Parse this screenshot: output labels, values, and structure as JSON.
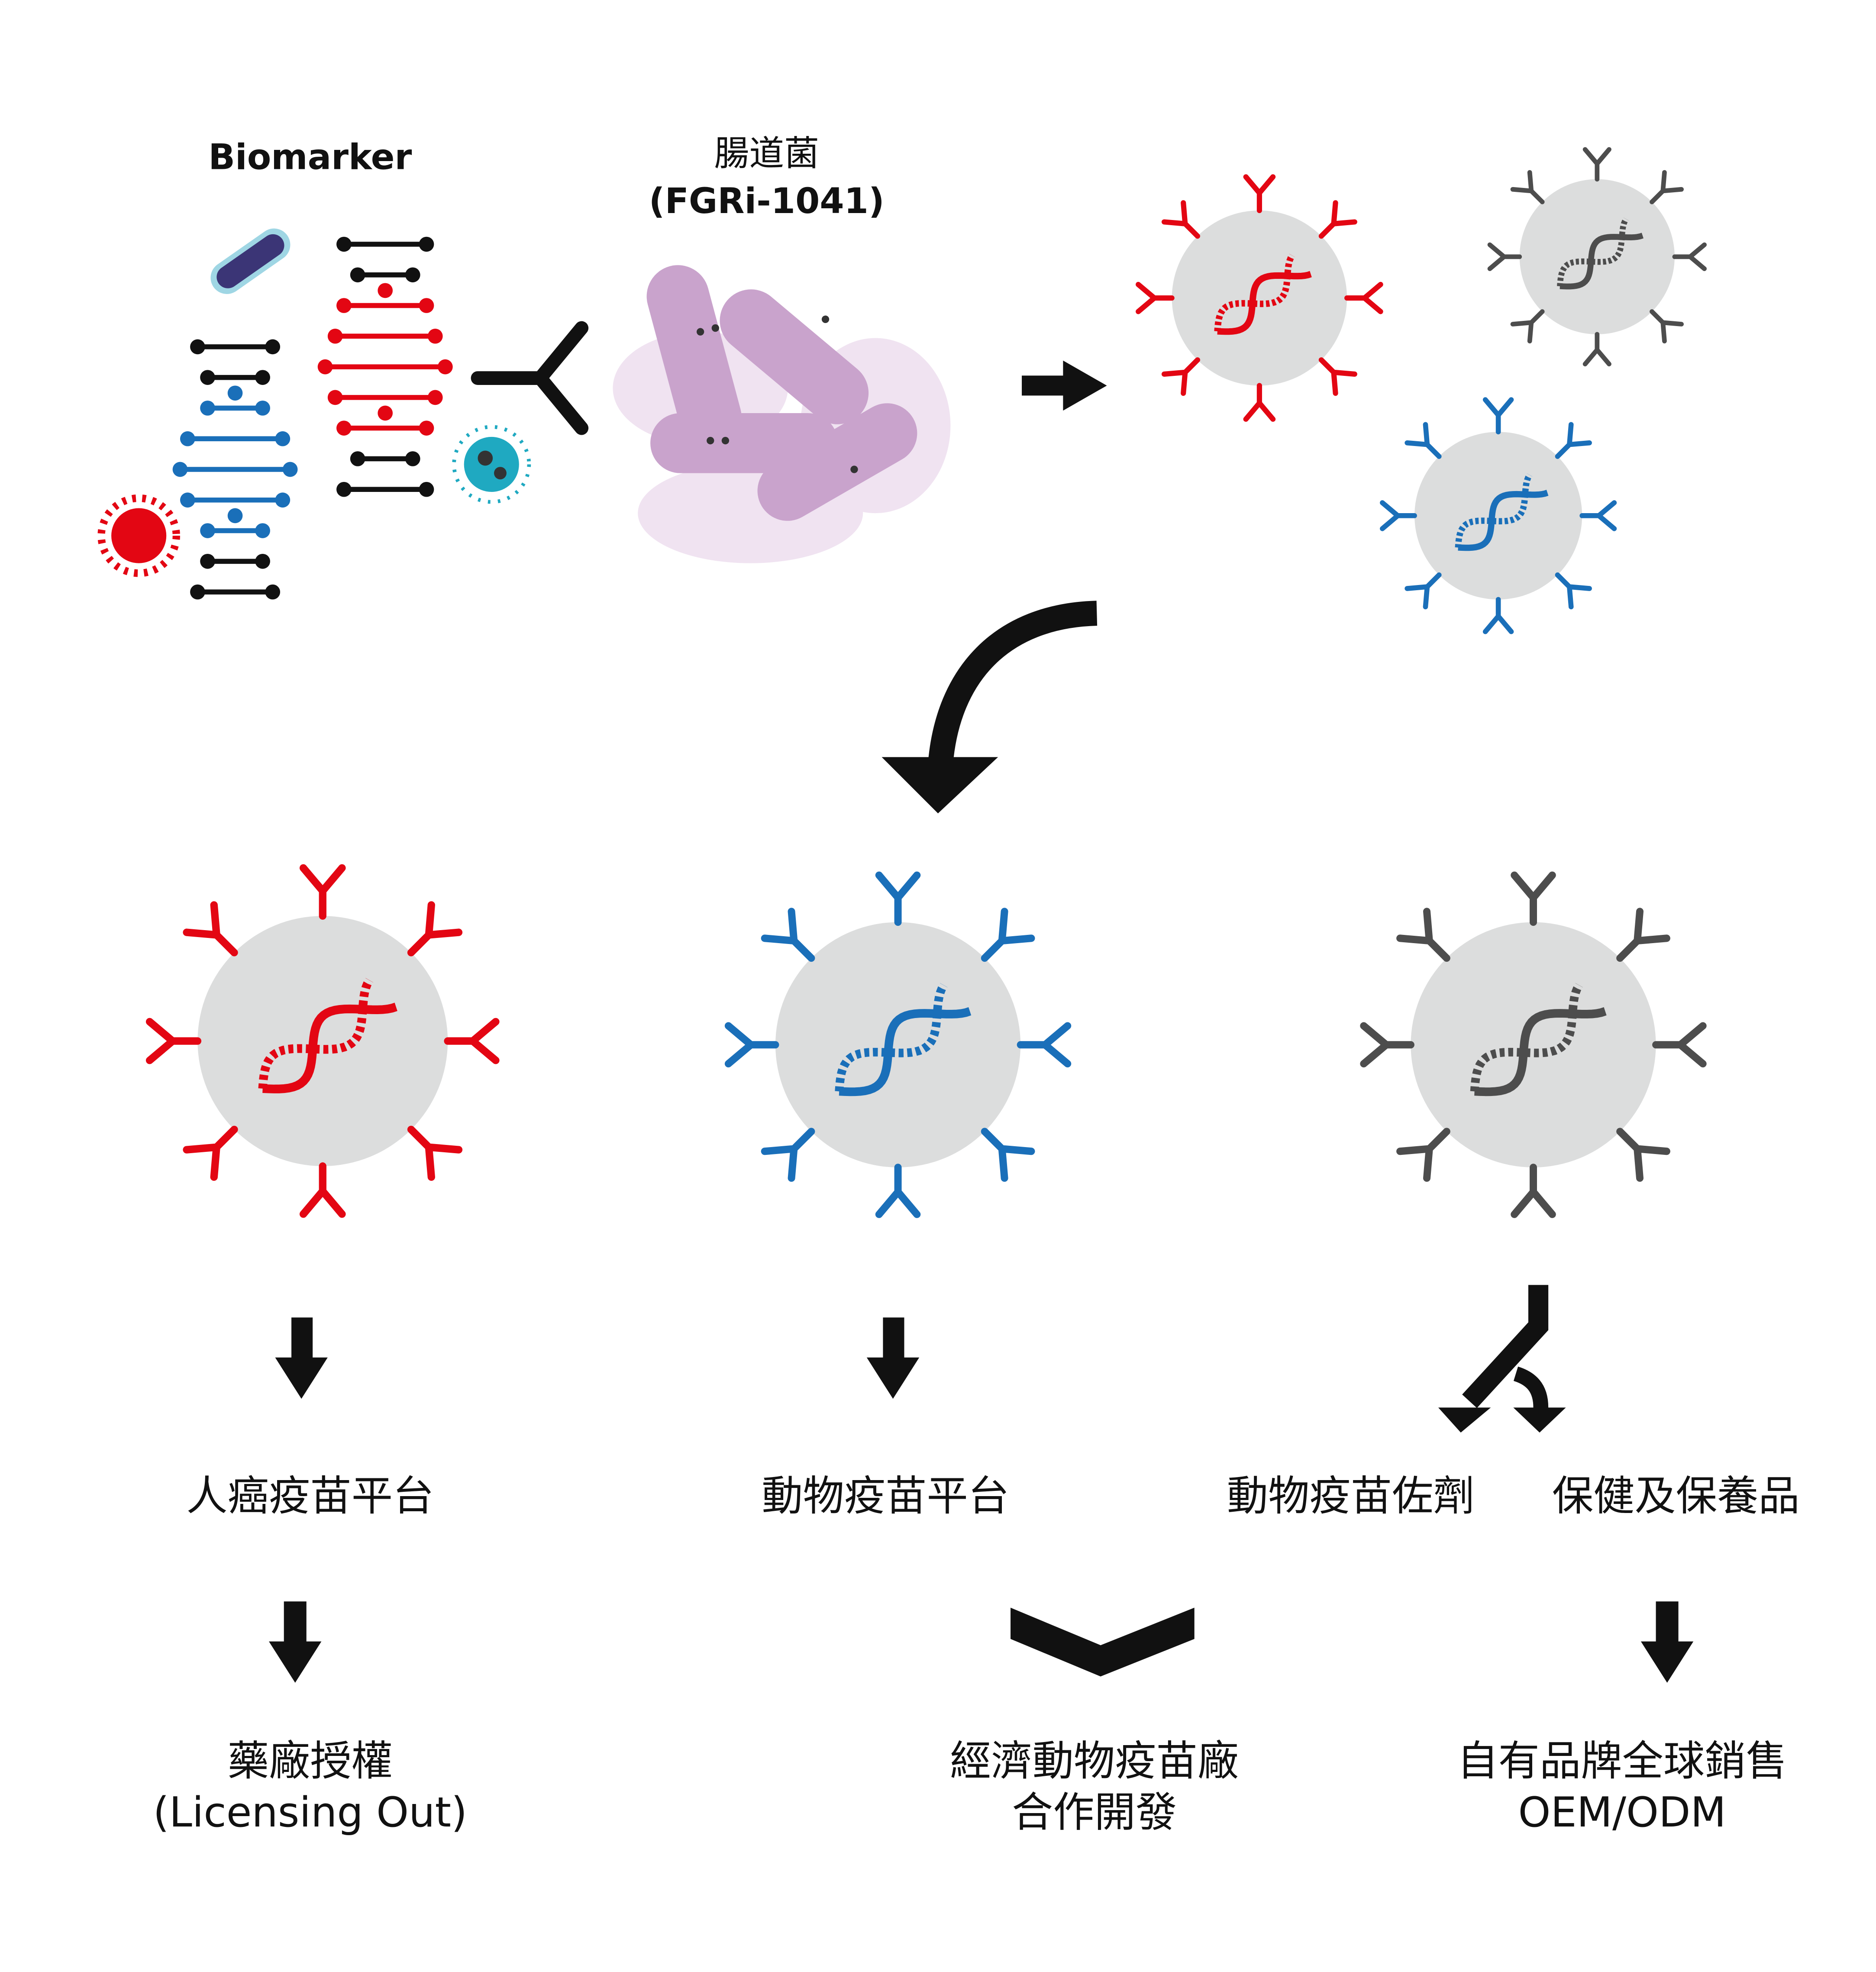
{
  "top": {
    "biomarker_label": "Biomarker",
    "bacteria_label": "腸道菌",
    "bacteria_strain": "(FGRi-1041)"
  },
  "colors": {
    "red": "#e30613",
    "blue": "#1a6fb9",
    "gray": "#4d4d4d",
    "black": "#111111",
    "cell": "#dcdddd",
    "bacteria": "#c9a3cc"
  },
  "platforms": [
    {
      "label": "人癌疫苗平台"
    },
    {
      "label": "動物疫苗平台"
    },
    {
      "label": "動物疫苗佐劑"
    },
    {
      "label": "保健及保養品"
    }
  ],
  "outcomes": [
    {
      "line1": "藥廠授權",
      "line2": "(Licensing Out)"
    },
    {
      "line1": "經濟動物疫苗廠",
      "line2": "合作開發"
    },
    {
      "line1": "自有品牌全球銷售",
      "line2": "OEM/ODM"
    }
  ]
}
